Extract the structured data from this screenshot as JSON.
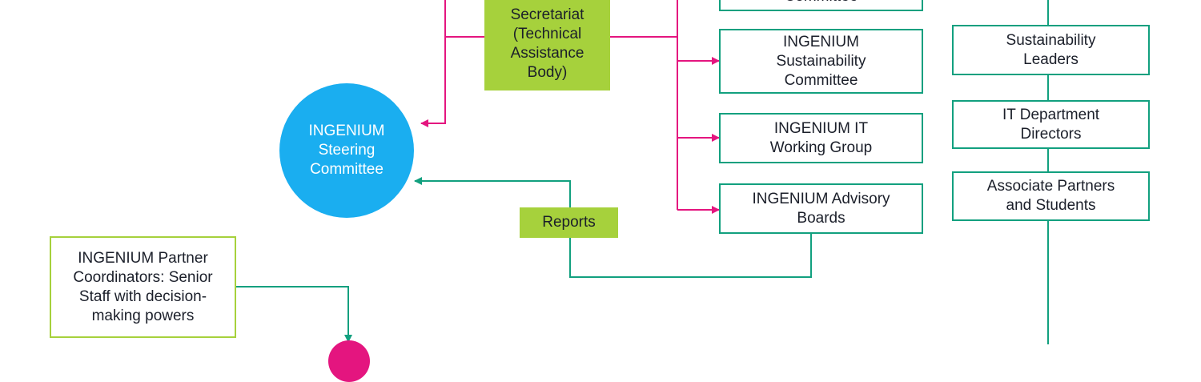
{
  "colors": {
    "connector_magenta": "#e4157f",
    "connector_teal": "#12a07f",
    "box_outline_teal": "#12a07f",
    "lime": "#a6d13c",
    "circle_blue": "#1aaef0",
    "circle_magenta": "#e4157f"
  },
  "nodes": {
    "secretariat": "Secretariat\n(Technical\nAssistance\nBody)",
    "committee_top_partial": "Committee",
    "sustainability_committee": "INGENIUM\nSustainability\nCommittee",
    "it_working_group": "INGENIUM IT\nWorking Group",
    "advisory_boards": "INGENIUM Advisory\nBoards",
    "steering_committee": "INGENIUM\nSteering\nCommittee",
    "reports": "Reports",
    "partner_coordinators": "INGENIUM Partner\nCoordinators: Senior\nStaff with decision-\nmaking powers",
    "sustainability_leaders": "Sustainability\nLeaders",
    "it_department_directors": "IT Department\nDirectors",
    "associate_partners": "Associate Partners\nand Students"
  }
}
